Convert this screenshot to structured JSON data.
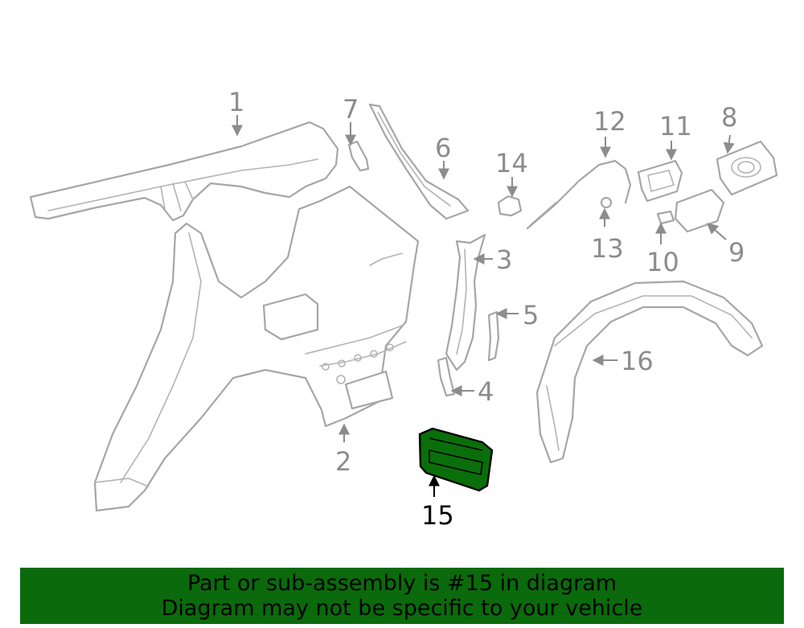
{
  "callouts": {
    "c1": "1",
    "c2": "2",
    "c3": "3",
    "c4": "4",
    "c5": "5",
    "c6": "6",
    "c7": "7",
    "c8": "8",
    "c9": "9",
    "c10": "10",
    "c11": "11",
    "c12": "12",
    "c13": "13",
    "c14": "14",
    "c15": "15",
    "c16": "16"
  },
  "highlighted_part": "15",
  "colors": {
    "highlight": "#0a6e0a",
    "banner": "#0b6a0b",
    "line_art": "#a6a6a6",
    "callout_text": "#8c8c8c"
  },
  "banner": {
    "line1": "Part or sub-assembly is #15 in diagram",
    "line2": "Diagram may not be specific to your vehicle"
  }
}
